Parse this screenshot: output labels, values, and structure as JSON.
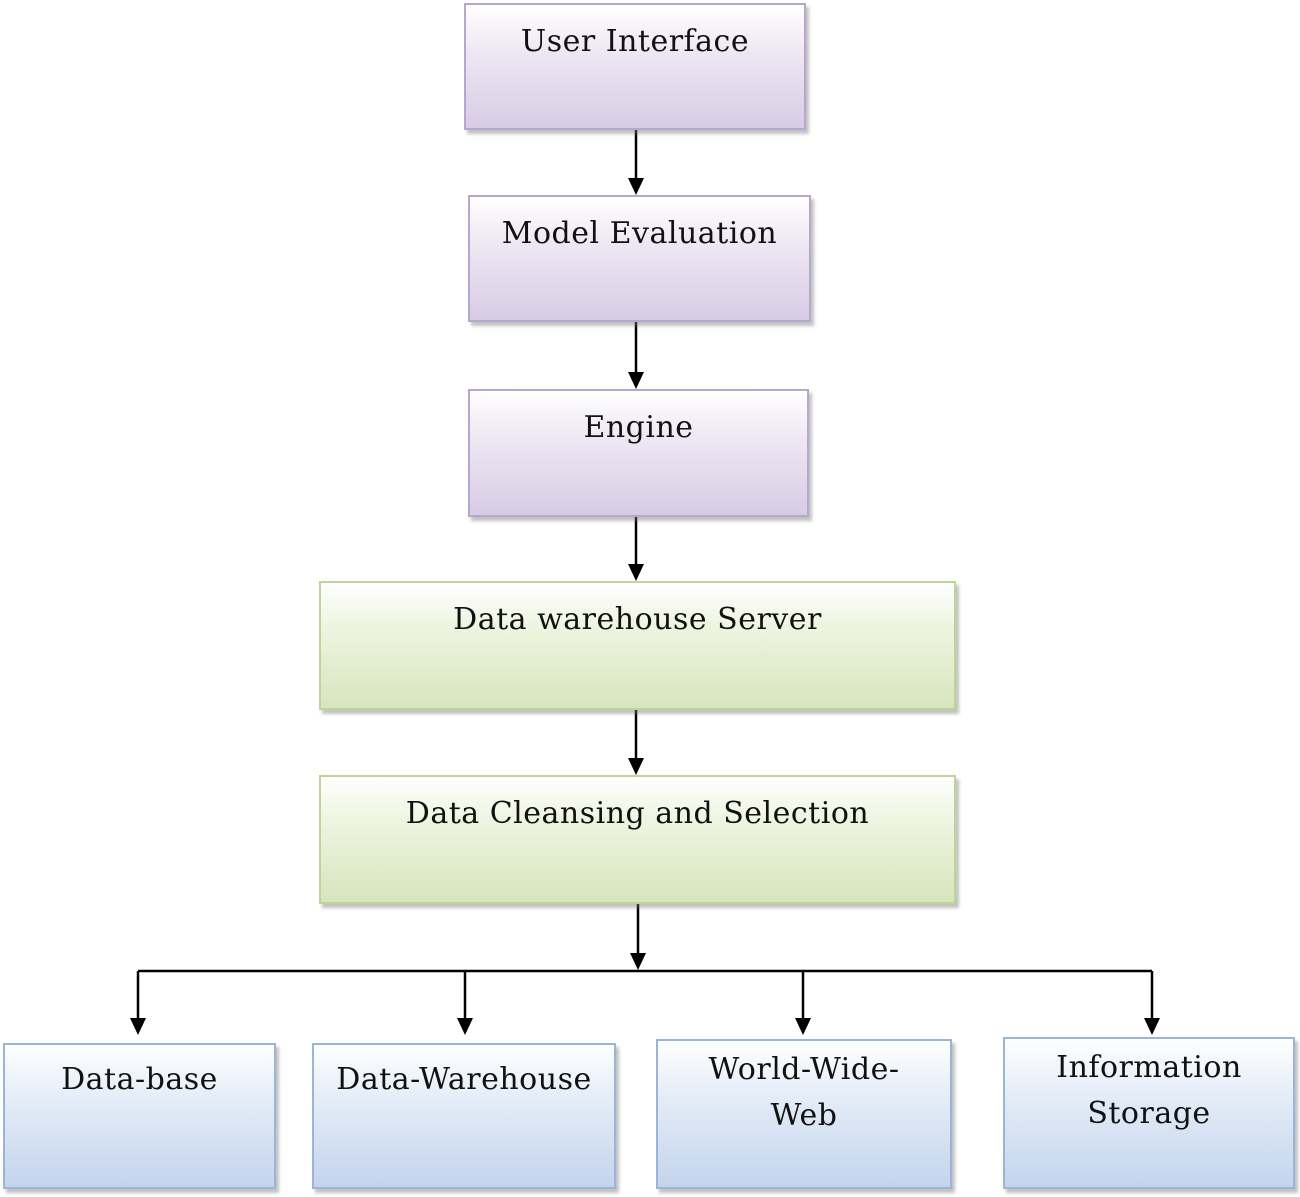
{
  "nodes": {
    "user_interface": "User Interface",
    "model_evaluation": "Model Evaluation",
    "engine": "Engine",
    "data_warehouse_server": "Data warehouse Server",
    "data_cleansing": "Data Cleansing and Selection",
    "database": "Data-base",
    "data_warehouse": "Data-Warehouse",
    "world_wide_web": "World-Wide-\nWeb",
    "information_storage": "Information\nStorage"
  },
  "colors": {
    "upper_layer": "#d8cbe5",
    "middle_layer": "#d7e5bd",
    "source_layer": "#c3d4ec",
    "arrow": "#000000"
  }
}
